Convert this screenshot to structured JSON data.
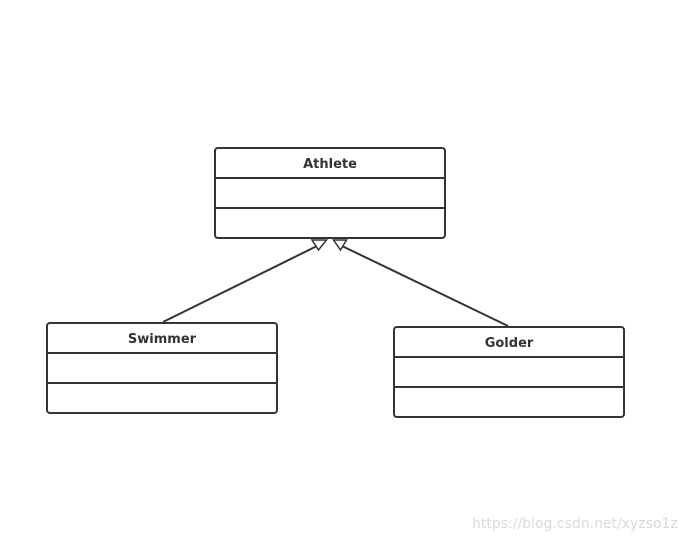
{
  "diagram": {
    "type": "uml-class-diagram",
    "classes": {
      "athlete": {
        "name": "Athlete"
      },
      "swimmer": {
        "name": "Swimmer"
      },
      "golder": {
        "name": "Golder"
      }
    },
    "relations": [
      {
        "from": "Swimmer",
        "to": "Athlete",
        "kind": "generalization"
      },
      {
        "from": "Golder",
        "to": "Athlete",
        "kind": "generalization"
      }
    ],
    "colors": {
      "stroke": "#333333",
      "fill": "#ffffff",
      "watermark": "#d9d9d9"
    }
  },
  "watermark": {
    "text": "https://blog.csdn.net/xyzso1z"
  }
}
